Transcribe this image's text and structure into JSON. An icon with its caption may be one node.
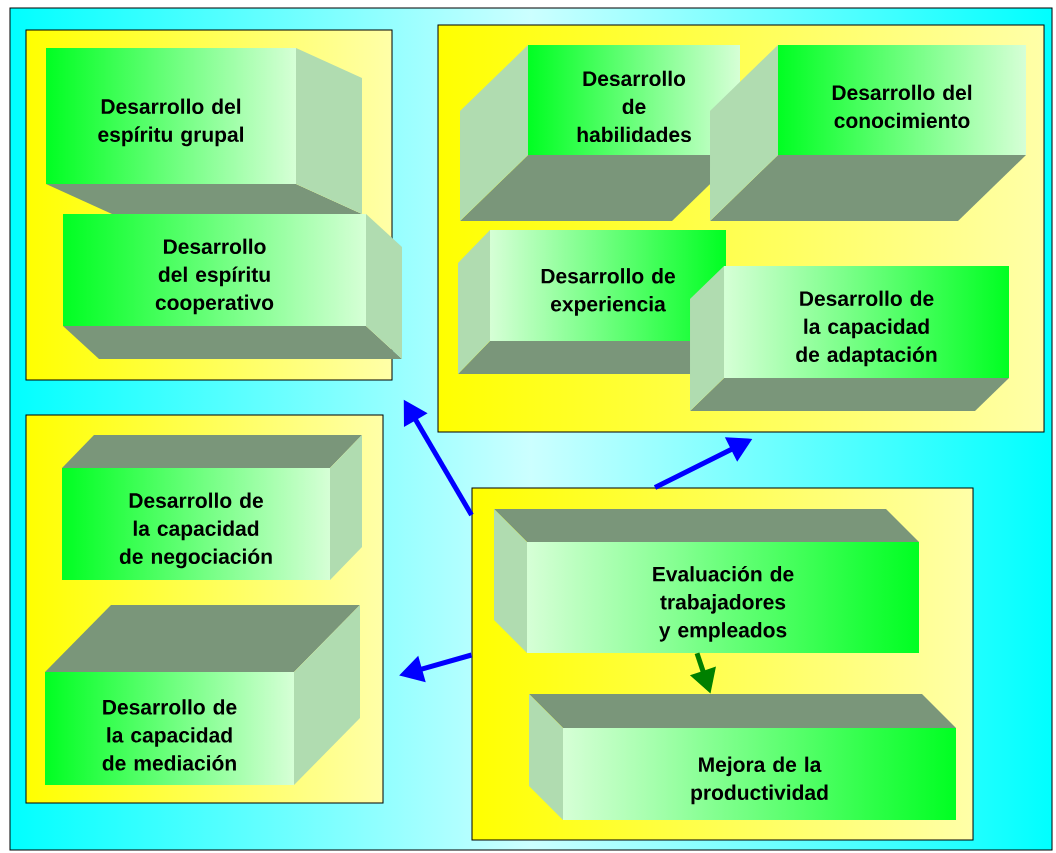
{
  "diagram": {
    "nodes": [
      {
        "text": [],
        "shape": "box"
      },
      {
        "text": [
          "Desarrollo del espíritu grupal"
        ],
        "in": 0
      },
      {
        "text": [
          "Desarrollo del espíritu cooperativo"
        ],
        "in": 0
      },
      {
        "text": [],
        "shape": "box"
      },
      {
        "text": [
          "Desarrollo de habilidades"
        ],
        "in": 3
      },
      {
        "text": [
          "Desarrollo del conocimiento"
        ],
        "in": 3
      },
      {
        "text": [
          "Desarrollo de experiencia"
        ],
        "in": 3
      },
      {
        "text": [
          "Desarrollo de la capacidad de adaptación"
        ],
        "in": 3
      },
      {
        "text": [],
        "shape": "box"
      },
      {
        "text": [
          "Desarrollo de la capacidad de negociación"
        ],
        "in": 8
      },
      {
        "text": [
          "Desarrollo de la capacidad de mediación"
        ],
        "in": 8
      },
      {
        "text": [],
        "shape": "box"
      },
      {
        "text": [
          "Evaluación de trabajadores y empleados"
        ],
        "in": 11
      },
      {
        "text": [
          "Mejora de la productividad"
        ],
        "in": 11
      }
    ],
    "edges": [
      {
        "from": 11,
        "to": 0,
        "arrow": "to",
        "color": "#0000ff"
      },
      {
        "from": 11,
        "to": 3,
        "arrow": "to",
        "color": "#0000ff"
      },
      {
        "from": 11,
        "to": 8,
        "arrow": "to",
        "color": "#0000ff"
      },
      {
        "from": 12,
        "to": 13,
        "arrow": "to",
        "color": "#008000"
      }
    ]
  }
}
